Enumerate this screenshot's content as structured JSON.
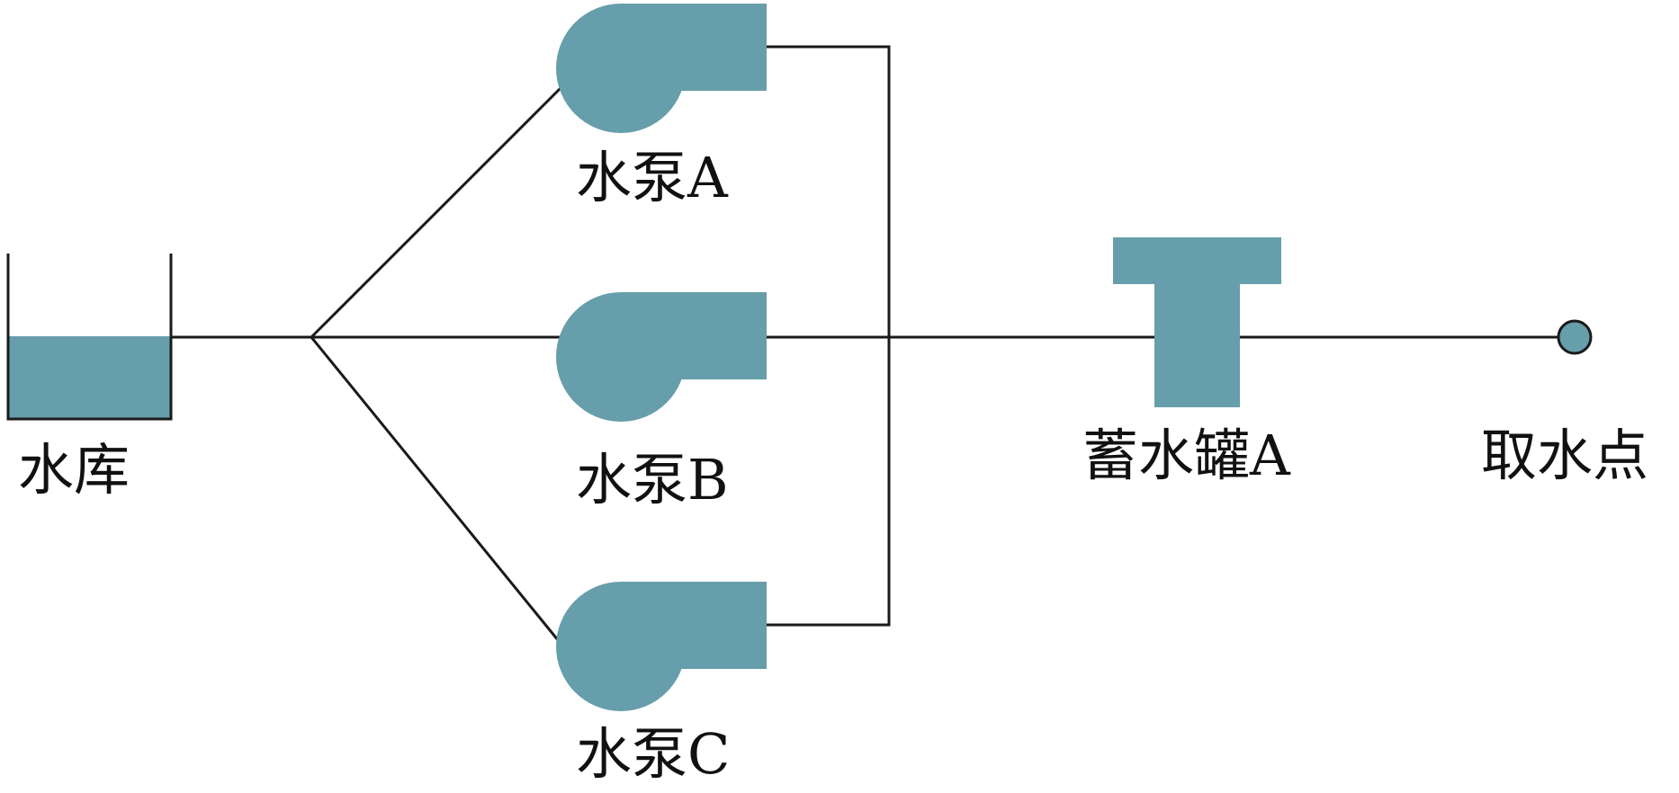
{
  "colors": {
    "component_fill": "#669eab",
    "line": "#1a1a1a",
    "text": "#111111"
  },
  "labels": {
    "reservoir": "水库",
    "pump_a": "水泵A",
    "pump_b": "水泵B",
    "pump_c": "水泵C",
    "tank_a": "蓄水罐A",
    "outlet": "取水点"
  }
}
